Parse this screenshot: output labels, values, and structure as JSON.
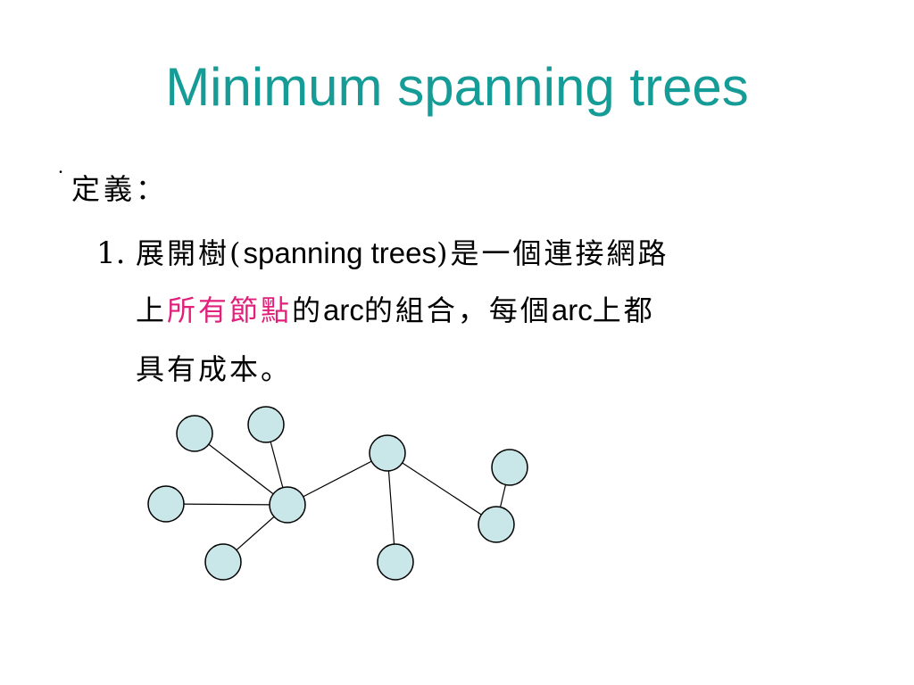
{
  "slide": {
    "title": "Minimum spanning trees",
    "bullet_marker": "˙",
    "bullet_text": "定義：",
    "item": {
      "number": "1.",
      "line1_a": "展開樹(",
      "line1_b": "spanning trees",
      "line1_c": ")是一個連接網路",
      "line2_a": "上",
      "line2_highlight": "所有節點",
      "line2_b": "的",
      "line2_c": "arc",
      "line2_d": "的組合，每個",
      "line2_e": "arc",
      "line2_f": "上都",
      "line3": "具有成本。"
    },
    "colors": {
      "title": "#169c96",
      "highlight": "#e0207a",
      "node_fill": "#c9e6e8"
    }
  }
}
